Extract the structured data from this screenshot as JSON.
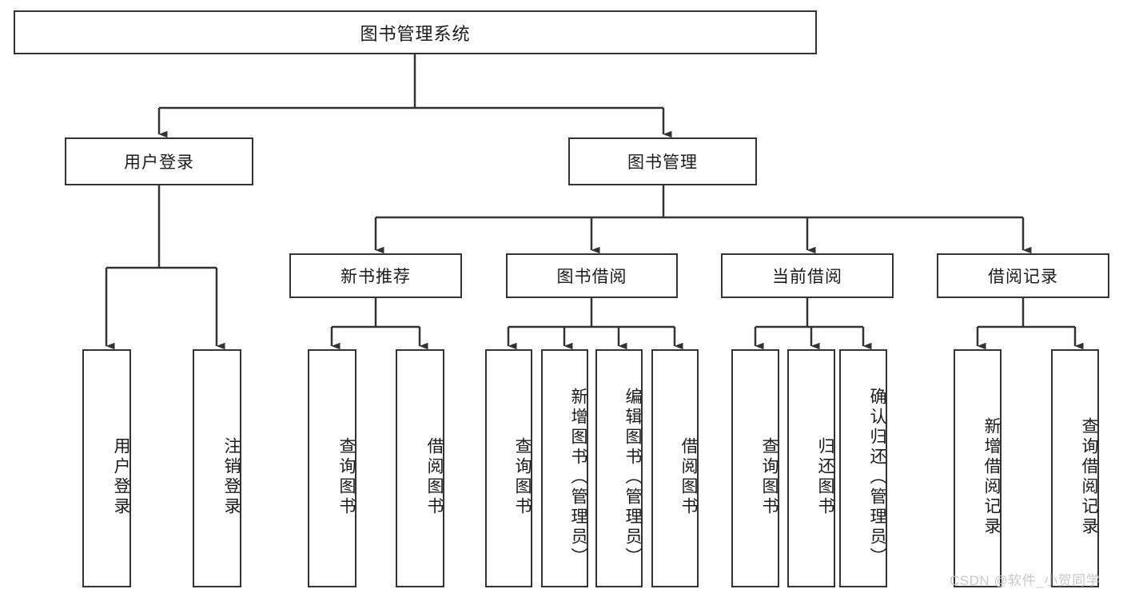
{
  "diagram": {
    "title": "图书管理系统",
    "type": "hierarchy-tree",
    "watermark": "CSDN @软件_小贺同学",
    "colors": {
      "stroke": "#333333",
      "fill": "#ffffff",
      "text": "#1b1b1b",
      "watermark": "#c9c9c9"
    },
    "levels": {
      "root": {
        "label": "图书管理系统"
      },
      "level2": [
        {
          "label": "用户登录"
        },
        {
          "label": "图书管理"
        }
      ],
      "level3": [
        {
          "label": "新书推荐"
        },
        {
          "label": "图书借阅"
        },
        {
          "label": "当前借阅"
        },
        {
          "label": "借阅记录"
        }
      ],
      "level4": [
        {
          "label": "用户登录",
          "parent": "用户登录"
        },
        {
          "label": "注销登录",
          "parent": "用户登录"
        },
        {
          "label": "查询图书",
          "parent": "新书推荐"
        },
        {
          "label": "借阅图书",
          "parent": "新书推荐"
        },
        {
          "label": "查询图书",
          "parent": "图书借阅"
        },
        {
          "label": "新增图书（管理员）",
          "parent": "图书借阅"
        },
        {
          "label": "编辑图书（管理员）",
          "parent": "图书借阅"
        },
        {
          "label": "借阅图书",
          "parent": "图书借阅"
        },
        {
          "label": "查询图书",
          "parent": "当前借阅"
        },
        {
          "label": "归还图书",
          "parent": "当前借阅"
        },
        {
          "label": "确认归还（管理员）",
          "parent": "当前借阅"
        },
        {
          "label": "新增借阅记录",
          "parent": "借阅记录"
        },
        {
          "label": "查询借阅记录",
          "parent": "借阅记录"
        }
      ]
    }
  }
}
